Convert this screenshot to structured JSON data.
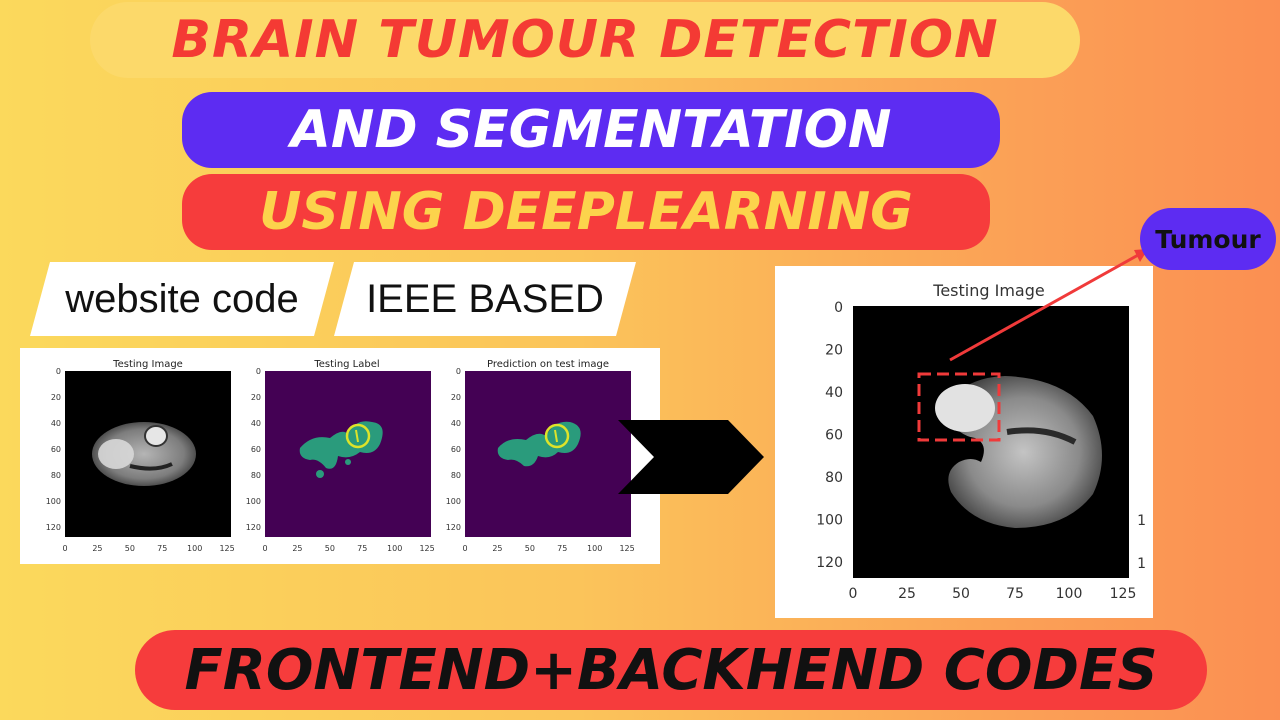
{
  "banners": {
    "title_line1": "BRAIN TUMOUR DETECTION",
    "title_line2": "AND SEGMENTATION",
    "title_line3": "USING DEEPLEARNING",
    "footer": "FRONTEND+BACKHEND CODES"
  },
  "tags": {
    "website_code": "website code",
    "ieee": "IEEE BASED"
  },
  "small_plots": [
    {
      "title": "Testing Image"
    },
    {
      "title": "Testing Label"
    },
    {
      "title": "Prediction on test image"
    }
  ],
  "small_axis_ticks": {
    "x": [
      "0",
      "25",
      "50",
      "75",
      "100",
      "125"
    ],
    "y": [
      "0",
      "20",
      "40",
      "60",
      "80",
      "100",
      "120"
    ]
  },
  "large_plot": {
    "title": "Testing Image",
    "x_ticks": [
      "0",
      "25",
      "50",
      "75",
      "100",
      "125"
    ],
    "y_ticks": [
      "0",
      "20",
      "40",
      "60",
      "80",
      "100",
      "120"
    ],
    "edge_digits": [
      "1",
      "1"
    ]
  },
  "annotation": {
    "label": "Tumour"
  },
  "colors": {
    "red": "#f63c3c",
    "purple": "#5d2cf2",
    "yellow": "#fcd34c",
    "mask_bg": "#440154",
    "mask_fg": "#2a9b7c",
    "mask_edge": "#dde32a"
  }
}
